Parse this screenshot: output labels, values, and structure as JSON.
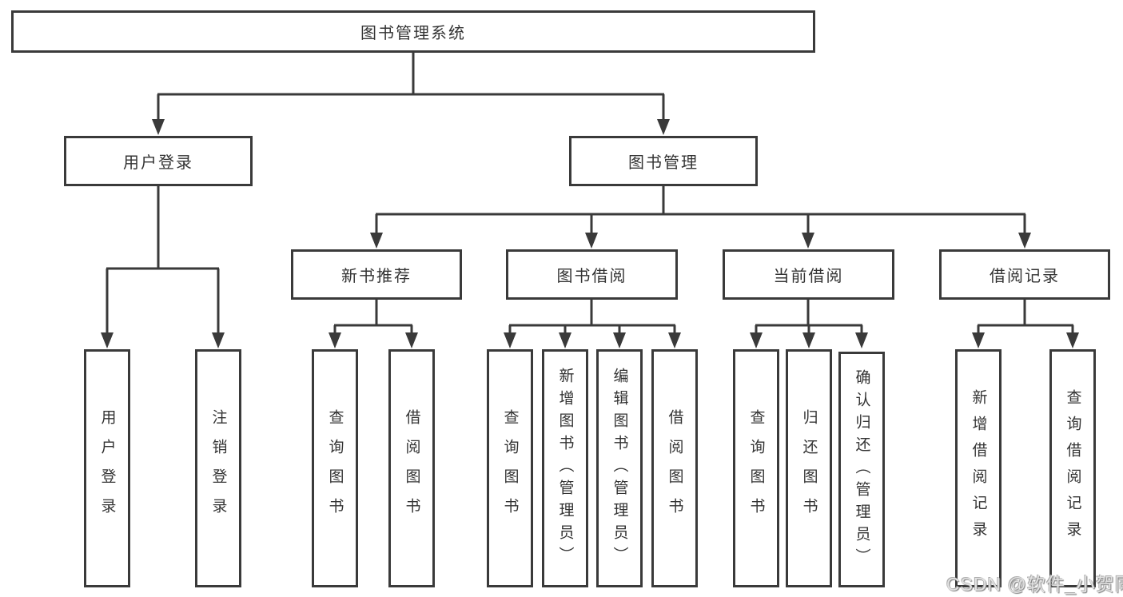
{
  "diagram": {
    "type": "hierarchy-tree",
    "background": "#ffffff",
    "line_color": "#3a3a3a",
    "box_border_color": "#3a3a3a",
    "text_color": "#333333"
  },
  "nodes": {
    "root": {
      "label": "图书管理系统"
    },
    "user_login_group": {
      "label": "用户登录"
    },
    "book_management": {
      "label": "图书管理"
    },
    "new_book_recommend": {
      "label": "新书推荐"
    },
    "book_borrow": {
      "label": "图书借阅"
    },
    "current_borrow": {
      "label": "当前借阅"
    },
    "borrow_record": {
      "label": "借阅记录"
    },
    "user_login": {
      "label": "用户登录"
    },
    "logout_login": {
      "label": "注销登录"
    },
    "nb_query_book": {
      "label": "查询图书"
    },
    "nb_borrow_book": {
      "label": "借阅图书"
    },
    "bb_query_book": {
      "label": "查询图书"
    },
    "bb_add_book": {
      "label": "新增图书（管理员）"
    },
    "bb_edit_book": {
      "label": "编辑图书（管理员）"
    },
    "bb_borrow_book": {
      "label": "借阅图书"
    },
    "cb_query_book": {
      "label": "查询图书"
    },
    "cb_return_book": {
      "label": "归还图书"
    },
    "cb_confirm_return": {
      "label": "确认归还（管理员）"
    },
    "br_add_record": {
      "label": "新增借阅记录"
    },
    "br_query_record": {
      "label": "查询借阅记录"
    }
  },
  "hierarchy": {
    "图书管理系统": {
      "用户登录": [
        "用户登录",
        "注销登录"
      ],
      "图书管理": {
        "新书推荐": [
          "查询图书",
          "借阅图书"
        ],
        "图书借阅": [
          "查询图书",
          "新增图书（管理员）",
          "编辑图书（管理员）",
          "借阅图书"
        ],
        "当前借阅": [
          "查询图书",
          "归还图书",
          "确认归还（管理员）"
        ],
        "借阅记录": [
          "新增借阅记录",
          "查询借阅记录"
        ]
      }
    }
  },
  "watermark": {
    "text": "CSDN @软件_小贺同学"
  }
}
